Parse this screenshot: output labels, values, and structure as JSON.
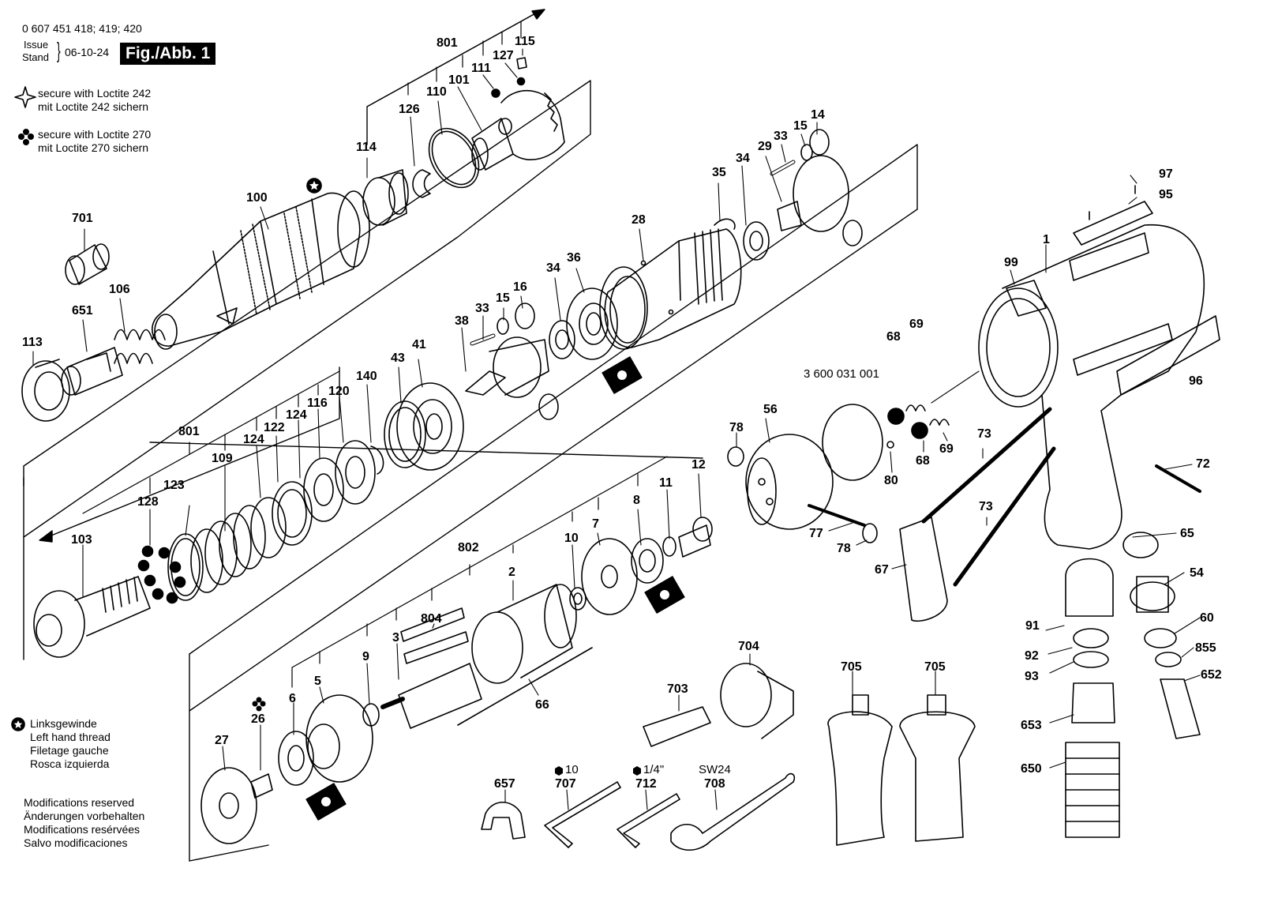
{
  "header": {
    "part_numbers": "0 607 451 418; 419; 420",
    "issue_label": "Issue",
    "stand_label": "Stand",
    "date": "06-10-24",
    "fig_label": "Fig./Abb. 1"
  },
  "legend": {
    "loctite242_en": "secure with Loctite 242",
    "loctite242_de": "mit Loctite 242 sichern",
    "loctite270_en": "secure with Loctite 270",
    "loctite270_de": "mit Loctite 270 sichern",
    "lh_de": "Linksgewinde",
    "lh_en": "Left hand thread",
    "lh_fr": "Filetage gauche",
    "lh_es": "Rosca izquierda"
  },
  "footer": {
    "mod_en": "Modifications reserved",
    "mod_de": "Änderungen vorbehalten",
    "mod_fr": "Modifications resérvées",
    "mod_es": "Salvo modificaciones"
  },
  "tool_notes": {
    "hex10": "10",
    "hex14": "1/4\"",
    "sw24": "SW24",
    "kit": "3 600 031 001"
  },
  "callouts": [
    {
      "label": "801"
    },
    {
      "label": "115"
    },
    {
      "label": "127"
    },
    {
      "label": "111"
    },
    {
      "label": "101"
    },
    {
      "label": "110"
    },
    {
      "label": "126"
    },
    {
      "label": "114"
    },
    {
      "label": "100"
    },
    {
      "label": "701"
    },
    {
      "label": "106"
    },
    {
      "label": "651"
    },
    {
      "label": "113"
    },
    {
      "label": "14"
    },
    {
      "label": "15"
    },
    {
      "label": "33"
    },
    {
      "label": "29"
    },
    {
      "label": "35"
    },
    {
      "label": "34"
    },
    {
      "label": "28"
    },
    {
      "label": "36"
    },
    {
      "label": "34"
    },
    {
      "label": "16"
    },
    {
      "label": "15"
    },
    {
      "label": "33"
    },
    {
      "label": "38"
    },
    {
      "label": "41"
    },
    {
      "label": "43"
    },
    {
      "label": "140"
    },
    {
      "label": "120"
    },
    {
      "label": "116"
    },
    {
      "label": "124"
    },
    {
      "label": "122"
    },
    {
      "label": "124"
    },
    {
      "label": "801"
    },
    {
      "label": "109"
    },
    {
      "label": "123"
    },
    {
      "label": "128"
    },
    {
      "label": "103"
    },
    {
      "label": "97"
    },
    {
      "label": "95"
    },
    {
      "label": "99"
    },
    {
      "label": "1"
    },
    {
      "label": "69"
    },
    {
      "label": "68"
    },
    {
      "label": "96"
    },
    {
      "label": "69"
    },
    {
      "label": "68"
    },
    {
      "label": "56"
    },
    {
      "label": "78"
    },
    {
      "label": "80"
    },
    {
      "label": "73"
    },
    {
      "label": "72"
    },
    {
      "label": "12"
    },
    {
      "label": "11"
    },
    {
      "label": "8"
    },
    {
      "label": "7"
    },
    {
      "label": "10"
    },
    {
      "label": "802"
    },
    {
      "label": "2"
    },
    {
      "label": "77"
    },
    {
      "label": "78"
    },
    {
      "label": "73"
    },
    {
      "label": "67"
    },
    {
      "label": "65"
    },
    {
      "label": "54"
    },
    {
      "label": "91"
    },
    {
      "label": "60"
    },
    {
      "label": "92"
    },
    {
      "label": "855"
    },
    {
      "label": "93"
    },
    {
      "label": "652"
    },
    {
      "label": "653"
    },
    {
      "label": "650"
    },
    {
      "label": "804"
    },
    {
      "label": "3"
    },
    {
      "label": "9"
    },
    {
      "label": "5"
    },
    {
      "label": "6"
    },
    {
      "label": "26"
    },
    {
      "label": "27"
    },
    {
      "label": "66"
    },
    {
      "label": "704"
    },
    {
      "label": "703"
    },
    {
      "label": "705"
    },
    {
      "label": "705"
    },
    {
      "label": "657"
    },
    {
      "label": "707"
    },
    {
      "label": "712"
    },
    {
      "label": "708"
    }
  ]
}
